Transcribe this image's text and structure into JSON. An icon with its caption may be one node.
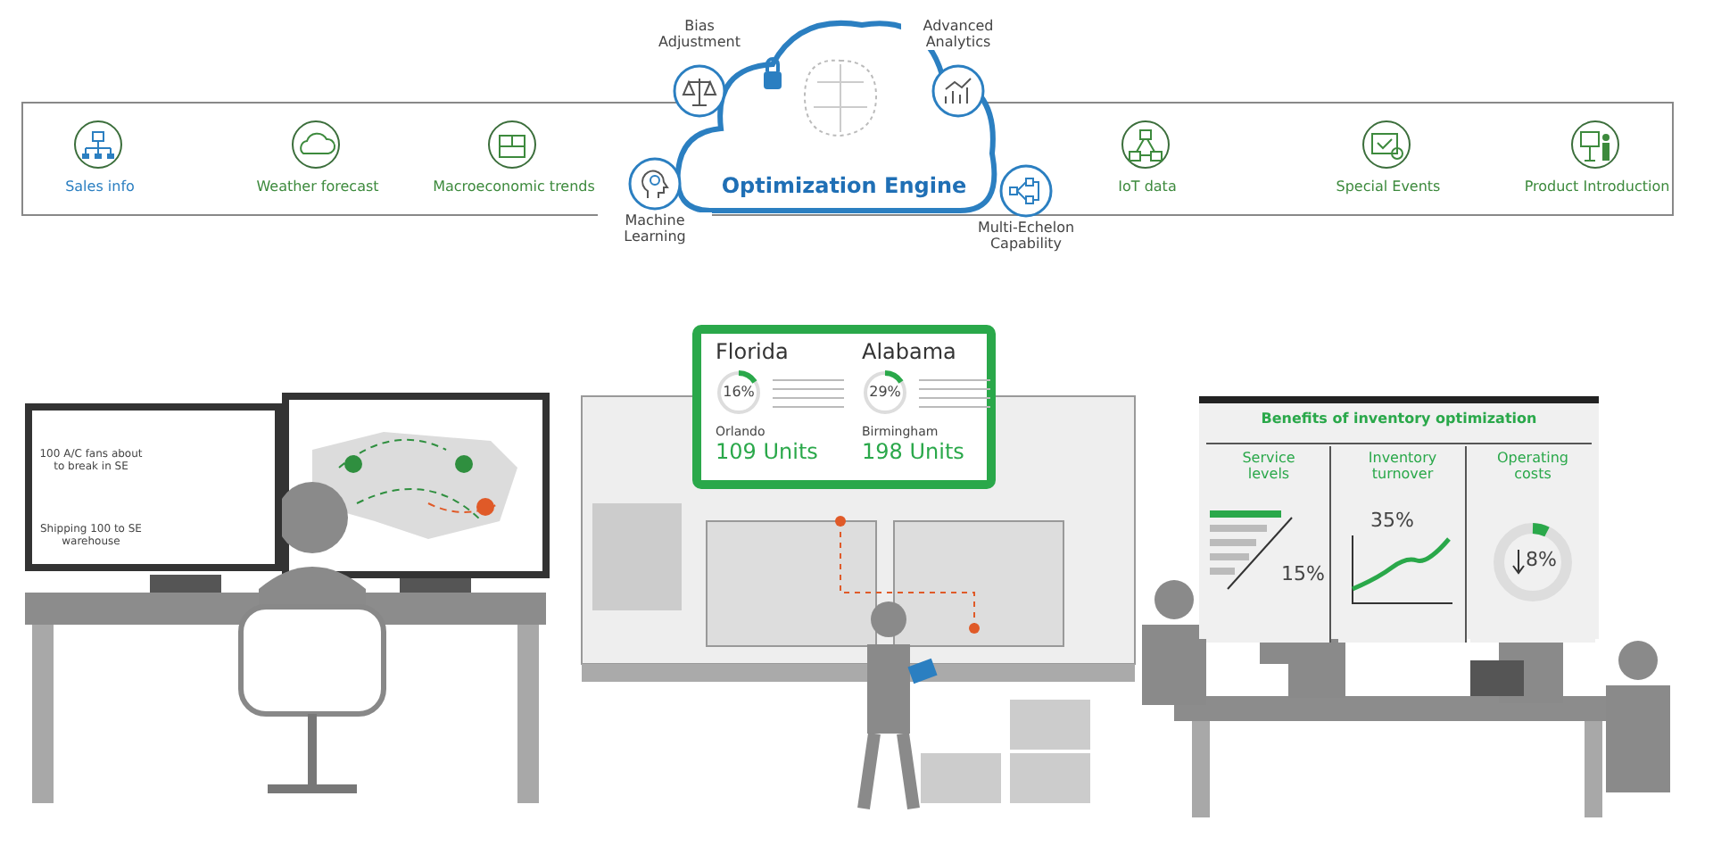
{
  "diagram": {
    "nodes": [
      {
        "text": [],
        "shape": "box"
      },
      {
        "text": [
          "Sales info"
        ],
        "in": 0
      },
      {
        "text": [
          "Weather forecast"
        ],
        "in": 0
      },
      {
        "text": [
          "Macroeconomic trends"
        ],
        "in": 0
      },
      {
        "text": [
          "IoT data"
        ],
        "in": 0
      },
      {
        "text": [
          "Special Events"
        ],
        "in": 0
      },
      {
        "text": [
          "Product Introduction"
        ],
        "in": 0
      },
      {
        "text": [
          "Optimization Engine"
        ]
      },
      {
        "text": [
          "Bias Adjustment"
        ]
      },
      {
        "text": [
          "Advanced Analytics"
        ]
      },
      {
        "text": [
          "Machine Learning"
        ]
      },
      {
        "text": [
          "Multi-Echelon Capability"
        ]
      },
      {
        "text": [],
        "shape": "box"
      },
      {
        "text": [
          "Florida",
          "16%",
          "Orlando",
          "109 Units"
        ],
        "in": 12
      },
      {
        "text": [
          "Alabama",
          "29%",
          "Birmingham",
          "198 Units"
        ],
        "in": 12
      },
      {
        "text": [
          "Benefits of inventory optimization"
        ]
      },
      {
        "text": [
          "Service levels",
          "15%"
        ],
        "in": 15
      },
      {
        "text": [
          "Inventory turnover",
          "35%"
        ],
        "in": 15
      },
      {
        "text": [
          "Operating costs",
          "8%"
        ],
        "in": 15
      },
      {
        "text": [
          "100 A/C fans about to break in SE",
          "Shipping 100 to SE warehouse"
        ]
      }
    ]
  }
}
